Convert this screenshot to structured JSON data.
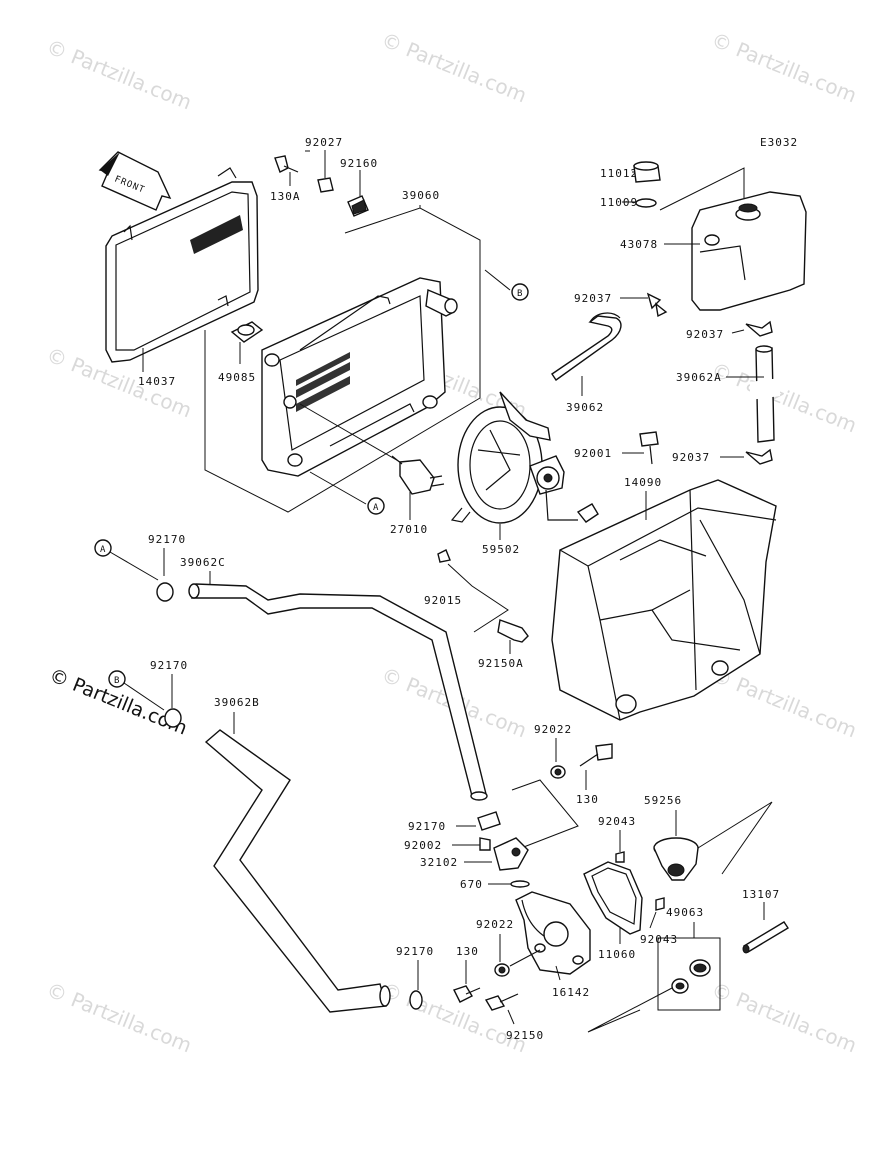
{
  "diagram": {
    "code": "E3032",
    "front_arrow_label": "FRONT",
    "watermark": "© Partzilla.com",
    "brand_watermark": "© Partzilla.com"
  },
  "refs": {
    "a": "A",
    "b": "B"
  },
  "parts": {
    "p92027": "92027",
    "p92160": "92160",
    "p130a": "130A",
    "p39060": "39060",
    "p14037": "14037",
    "p49085": "49085",
    "p27010": "27010",
    "p59502": "59502",
    "p11012": "11012",
    "p11009": "11009",
    "p43078": "43078",
    "p92037_a": "92037",
    "p92037_b": "92037",
    "p92037_c": "92037",
    "p39062": "39062",
    "p39062a": "39062A",
    "p92001": "92001",
    "p14090": "14090",
    "p92170_a": "92170",
    "p39062c": "39062C",
    "p92015": "92015",
    "p92150a": "92150A",
    "p92170_b": "92170",
    "p39062b": "39062B",
    "p92022_a": "92022",
    "p130_a": "130",
    "p92170_c": "92170",
    "p92002": "92002",
    "p32102": "32102",
    "p670": "670",
    "p92043_a": "92043",
    "p59256": "59256",
    "p92043_b": "92043",
    "p49063": "49063",
    "p13107": "13107",
    "p11060": "11060",
    "p92022_b": "92022",
    "p92170_d": "92170",
    "p130_b": "130",
    "p16142": "16142",
    "p92150": "92150"
  }
}
